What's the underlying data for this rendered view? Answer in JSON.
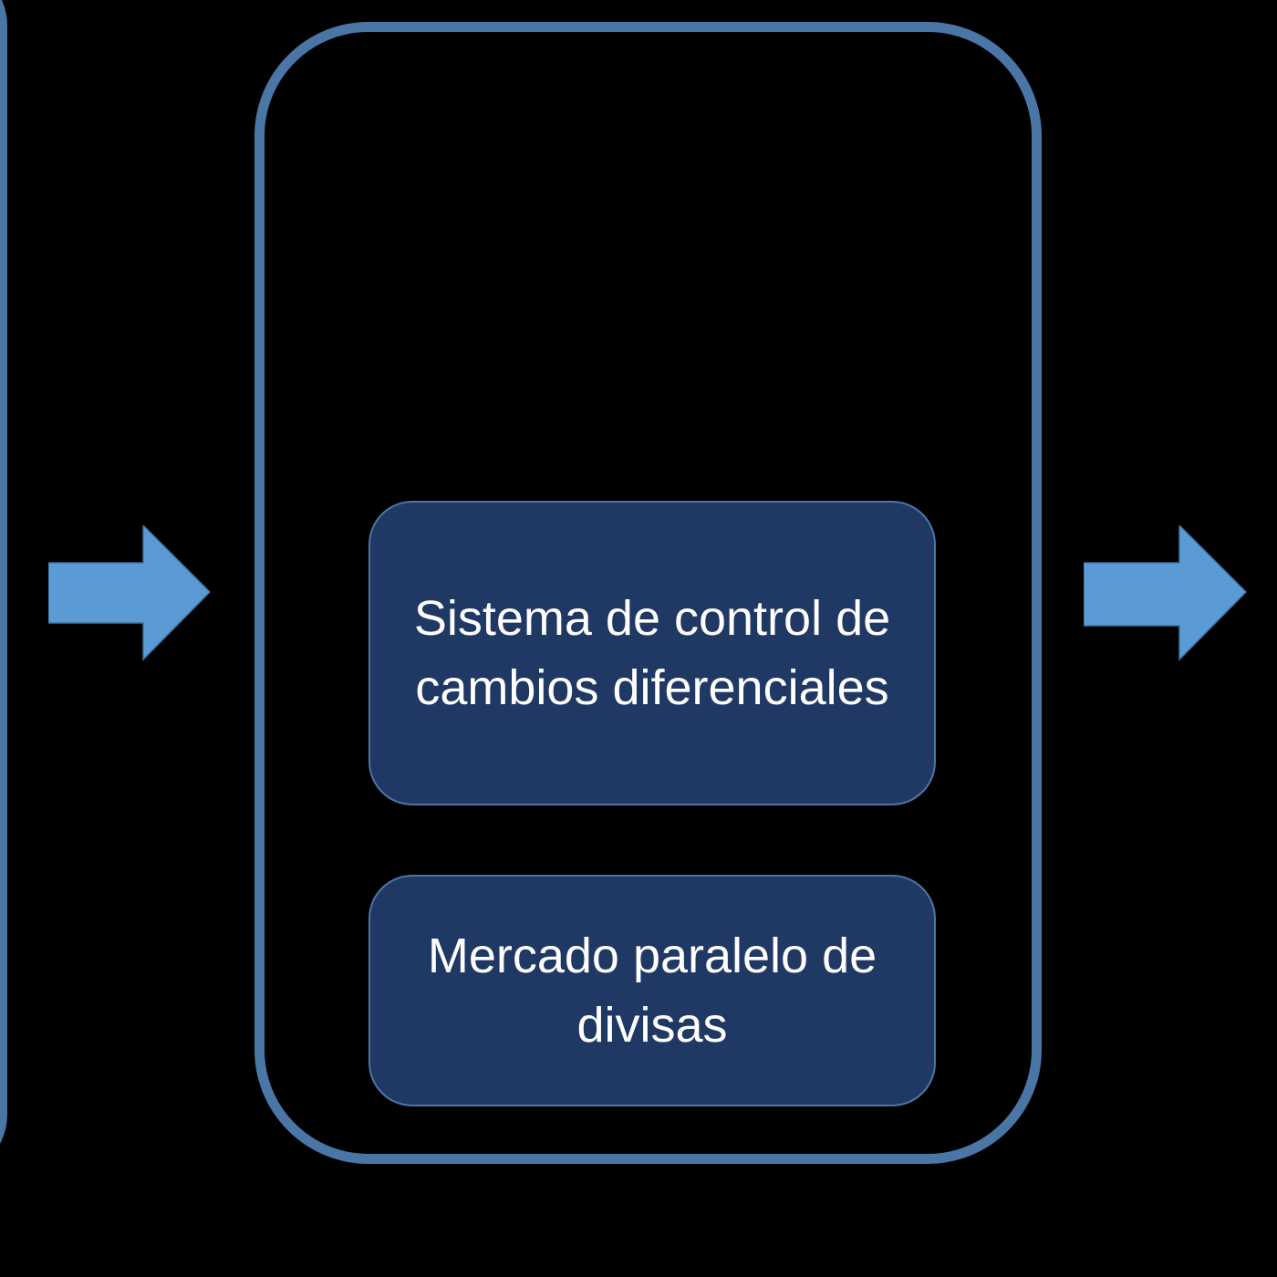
{
  "colors": {
    "background": "#000000",
    "frame_border": "#4a76a6",
    "box_fill": "#203864",
    "arrow_fill": "#5b9bd5",
    "text": "#ffffff"
  },
  "boxes": [
    {
      "label": "Sistema de control de cambios diferenciales"
    },
    {
      "label": "Mercado paralelo de divisas"
    }
  ],
  "arrows": [
    {
      "icon": "right-arrow-icon",
      "direction": "right"
    },
    {
      "icon": "right-arrow-icon",
      "direction": "right"
    }
  ]
}
